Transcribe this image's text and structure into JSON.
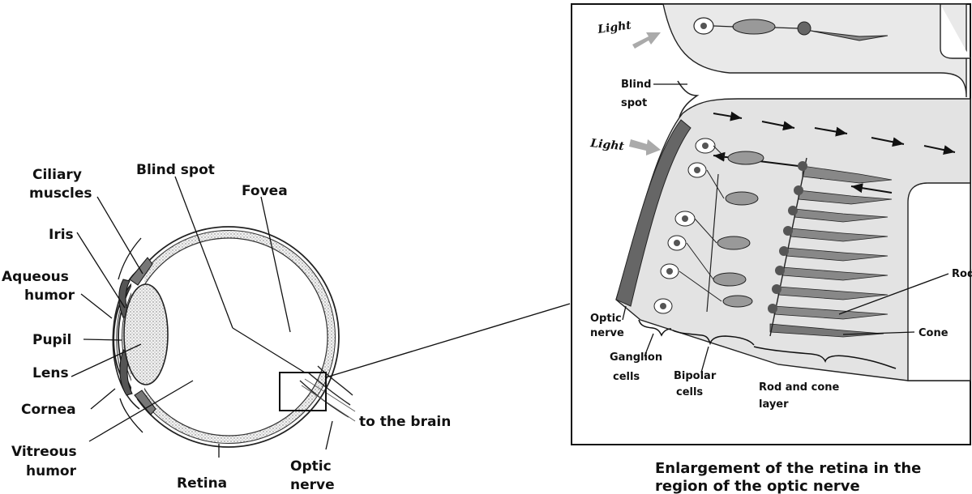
{
  "eye_labels": {
    "ciliary_muscles_1": "Ciliary",
    "ciliary_muscles_2": "muscles",
    "iris": "Iris",
    "aqueous_1": "Aqueous",
    "aqueous_2": "humor",
    "pupil": "Pupil",
    "lens": "Lens",
    "cornea": "Cornea",
    "vitreous_1": "Vitreous",
    "vitreous_2": "humor",
    "blind_spot": "Blind spot",
    "fovea": "Fovea",
    "retina": "Retina",
    "optic_1": "Optic",
    "optic_2": "nerve",
    "to_brain": "to the brain"
  },
  "enlargement_labels": {
    "light_top": "Light",
    "light_mid": "Light",
    "blind_1": "Blind",
    "blind_2": "spot",
    "optic_1": "Optic",
    "optic_2": "nerve",
    "ganglion_1": "Ganglion",
    "ganglion_2": "cells",
    "bipolar_1": "Bipolar",
    "bipolar_2": "cells",
    "rodcone_1": "Rod and cone",
    "rodcone_2": "layer",
    "rod": "Rod",
    "cone": "Cone"
  },
  "caption": {
    "line1": "Enlargement of the retina in the",
    "line2": "region of the optic nerve"
  }
}
